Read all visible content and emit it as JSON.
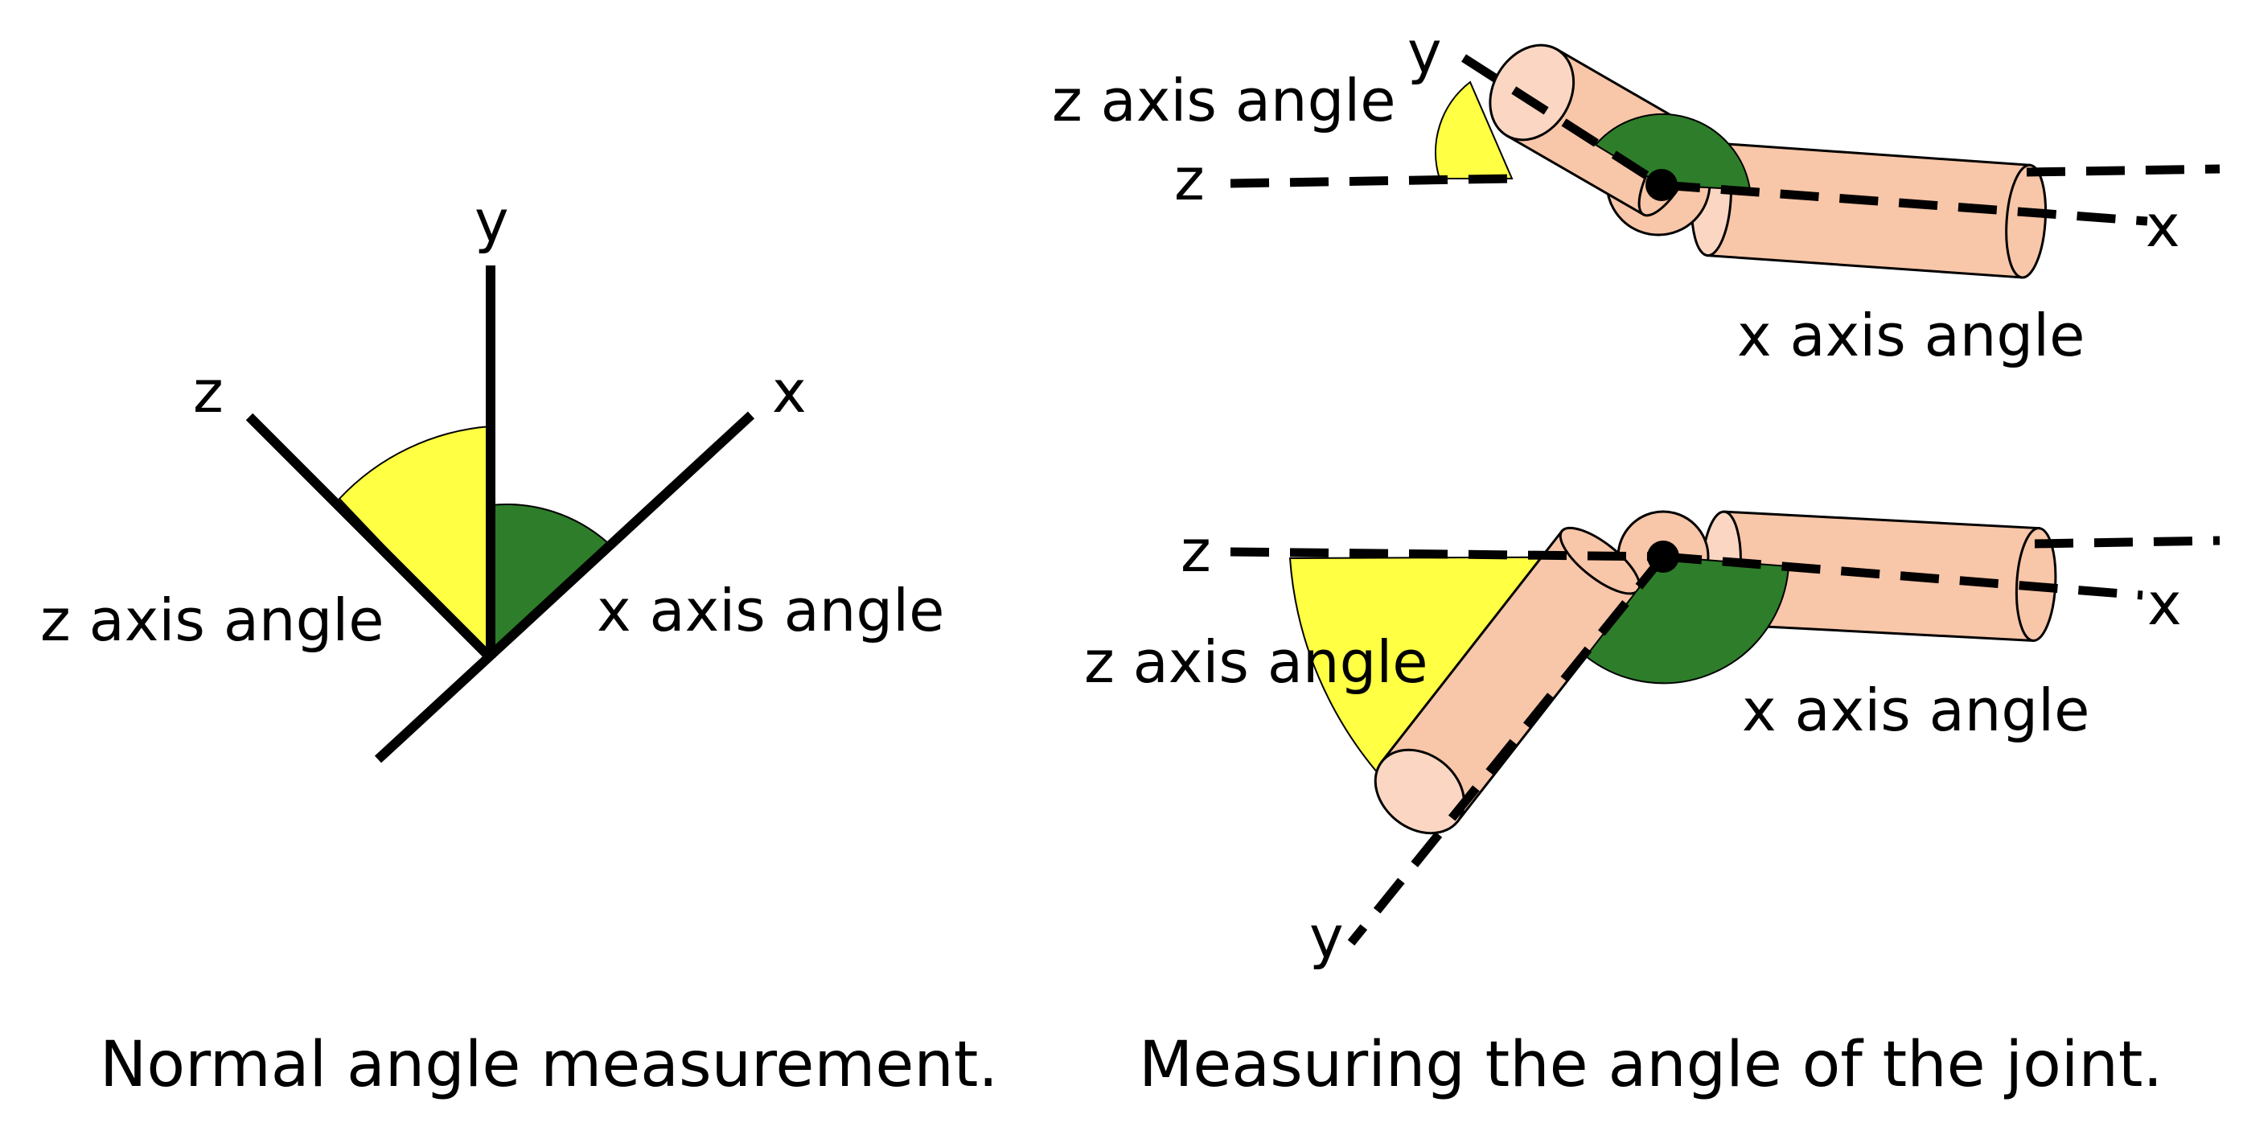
{
  "left_panel": {
    "axis_y": "y",
    "axis_z": "z",
    "axis_x": "x",
    "z_angle_label": "z axis angle",
    "x_angle_label": "x axis angle",
    "caption": "Normal angle measurement."
  },
  "top_right": {
    "axis_y": "y",
    "axis_z": "z",
    "axis_x": "x",
    "z_angle_label": "z axis angle",
    "x_angle_label": "x axis angle"
  },
  "bottom_right": {
    "axis_y": "y",
    "axis_z": "z",
    "axis_x": "x",
    "z_angle_label": "z axis angle",
    "x_angle_label": "x axis angle"
  },
  "right_caption": "Measuring the angle of the joint.",
  "colors": {
    "z_angle_fill": "#ffff44",
    "x_angle_fill": "#2e7d2a",
    "limb_fill": "#f8c6a8",
    "axis_line": "#000000"
  }
}
